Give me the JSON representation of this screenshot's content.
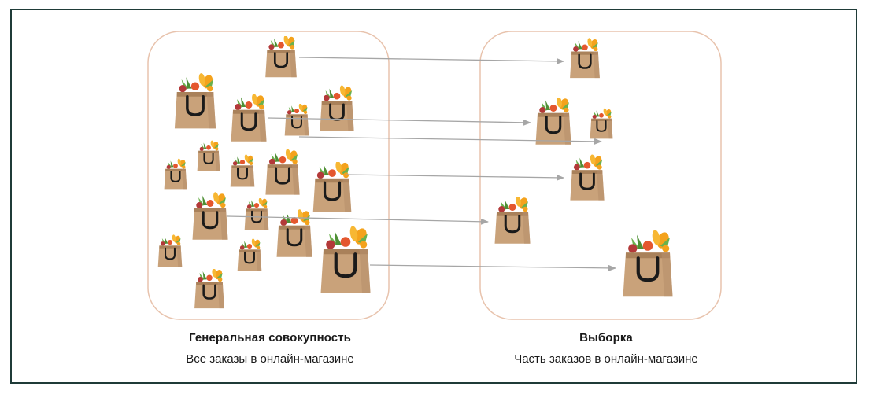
{
  "population": {
    "title": "Генеральная совокупность",
    "subtitle": "Все заказы в онлайн-магазине"
  },
  "sample": {
    "title": "Выборка",
    "subtitle": "Часть заказов в онлайн-магазине"
  },
  "colors": {
    "frame_border": "#1f3b38",
    "box_border": "#e8c3ad",
    "arrow": "#a6a6a6",
    "bag_paper": "#c9a27a",
    "bag_paper_dark": "#a9815a",
    "handle": "#1a1a1a",
    "produce": [
      "#f4a21c",
      "#e4572e",
      "#6ab04c",
      "#b33939"
    ]
  },
  "icons": {
    "item": "grocery-bag-icon",
    "connector": "arrow-right-icon"
  }
}
